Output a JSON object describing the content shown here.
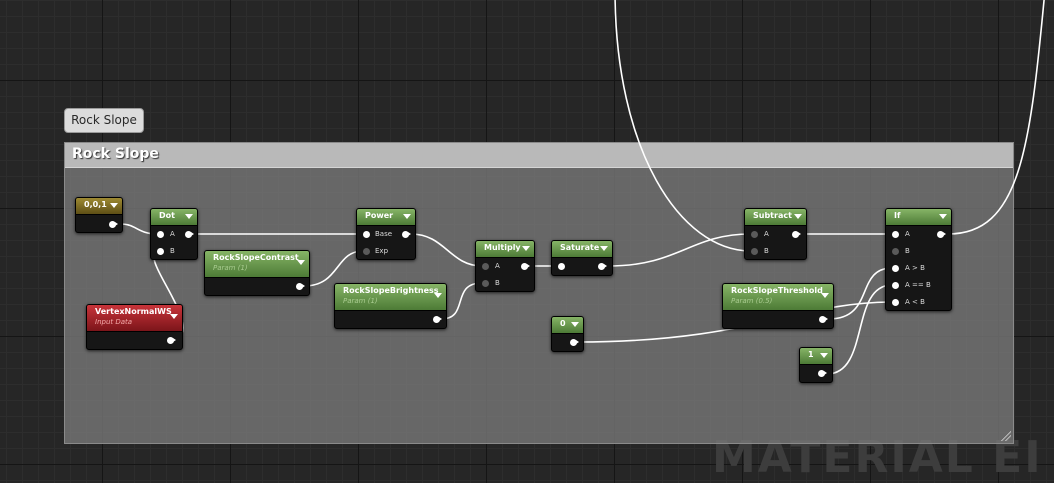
{
  "comment": {
    "bubble_label": "Rock Slope",
    "title": "Rock Slope"
  },
  "watermark": "MATERIAL EI",
  "nodes": {
    "constant_vec": {
      "title": "0,0,1"
    },
    "dot": {
      "title": "Dot",
      "pins": [
        "A",
        "B"
      ]
    },
    "power": {
      "title": "Power",
      "pins": [
        "Base",
        "Exp"
      ]
    },
    "rock_slope_contrast": {
      "title": "RockSlopeContrast",
      "subtitle": "Param (1)"
    },
    "rock_slope_brightness": {
      "title": "RockSlopeBrightness",
      "subtitle": "Param (1)"
    },
    "vertex_normal": {
      "title": "VertexNormalWS",
      "subtitle": "Input Data"
    },
    "multiply": {
      "title": "Multiply",
      "pins": [
        "A",
        "B"
      ]
    },
    "saturate": {
      "title": "Saturate"
    },
    "subtract": {
      "title": "Subtract",
      "pins": [
        "A",
        "B"
      ]
    },
    "rock_slope_threshold": {
      "title": "RockSlopeThreshold",
      "subtitle": "Param (0.5)"
    },
    "const_zero": {
      "title": "0"
    },
    "const_one": {
      "title": "1"
    },
    "if": {
      "title": "If",
      "pins": [
        "A",
        "B",
        "A > B",
        "A == B",
        "A < B"
      ]
    }
  }
}
